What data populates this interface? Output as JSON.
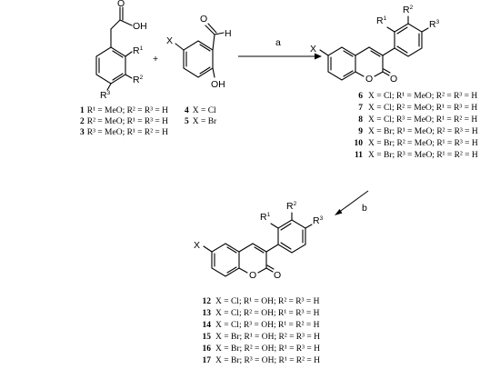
{
  "reagents": {
    "acid_atoms": {
      "oh": "OH",
      "o": "O",
      "r1": "R",
      "r1_sup": "1",
      "r2": "R",
      "r2_sup": "2",
      "r3": "R",
      "r3_sup": "3"
    },
    "plus": "+",
    "aldehyde_atoms": {
      "x": "X",
      "h": "H",
      "oh": "OH",
      "o": "O"
    },
    "acid_list": [
      {
        "num": "1",
        "text": "R¹ = MeO; R² = R³ = H"
      },
      {
        "num": "2",
        "text": "R² = MeO; R¹ = R³ = H"
      },
      {
        "num": "3",
        "text": "R³ = MeO; R¹ = R² = H"
      }
    ],
    "aldehyde_list": [
      {
        "num": "4",
        "text": "X = Cl"
      },
      {
        "num": "5",
        "text": "X = Br"
      }
    ]
  },
  "steps": {
    "a": "a",
    "b": "b"
  },
  "methoxy_product": {
    "atoms": {
      "x": "X",
      "o_ring": "O",
      "o_carbonyl": "O",
      "r1": "R",
      "r1_sup": "1",
      "r2": "R",
      "r2_sup": "2",
      "r3": "R",
      "r3_sup": "3"
    },
    "list": [
      {
        "num": "6",
        "text": "X = Cl; R¹ = MeO; R² = R³ = H"
      },
      {
        "num": "7",
        "text": "X = Cl; R² = MeO; R¹ = R³ = H"
      },
      {
        "num": "8",
        "text": "X = Cl; R³ = MeO; R¹ = R² = H"
      },
      {
        "num": "9",
        "text": "X = Br; R¹ = MeO; R² = R³ = H"
      },
      {
        "num": "10",
        "text": "X = Br; R² = MeO; R¹ = R³ = H"
      },
      {
        "num": "11",
        "text": "X = Br; R³ = MeO; R¹ = R² = H"
      }
    ]
  },
  "hydroxy_product": {
    "atoms": {
      "x": "X",
      "o_ring": "O",
      "o_carbonyl": "O",
      "r1": "R",
      "r1_sup": "1",
      "r2": "R",
      "r2_sup": "2",
      "r3": "R",
      "r3_sup": "3"
    },
    "list": [
      {
        "num": "12",
        "text": "X = Cl; R¹ = OH; R² = R³ = H"
      },
      {
        "num": "13",
        "text": "X = Cl; R² = OH; R¹ = R³ = H"
      },
      {
        "num": "14",
        "text": "X = Cl; R³ = OH; R¹ = R² = H"
      },
      {
        "num": "15",
        "text": "X = Br; R¹ = OH; R² = R³ = H"
      },
      {
        "num": "16",
        "text": "X = Br; R² = OH; R¹ = R³ = H"
      },
      {
        "num": "17",
        "text": "X = Br; R³ = OH; R¹ = R² = H"
      }
    ]
  }
}
